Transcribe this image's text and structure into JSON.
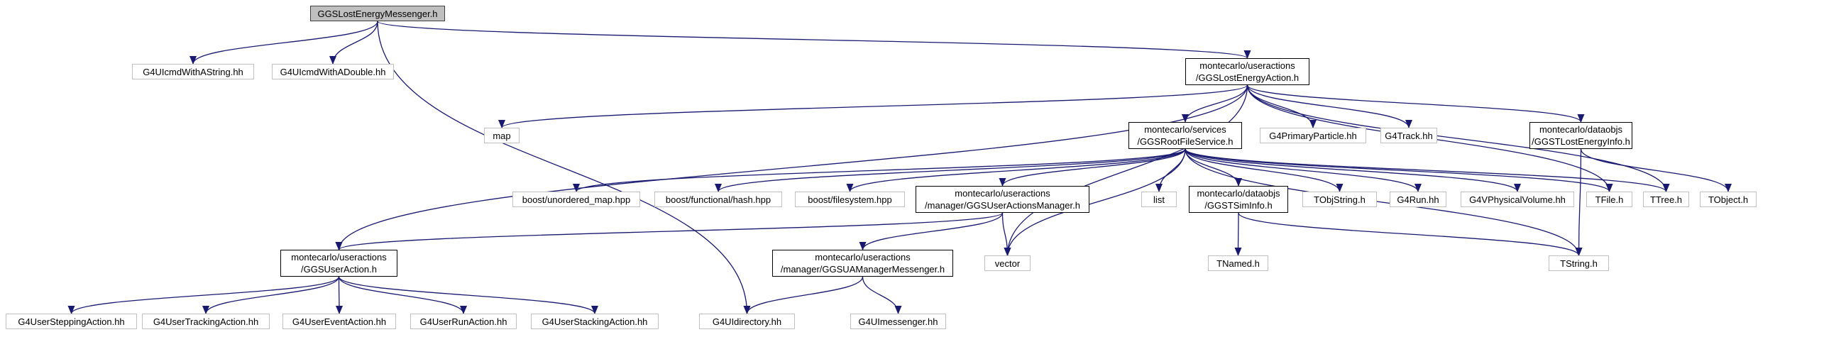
{
  "nodes": {
    "ggs_lost_energy_messenger": {
      "lines": [
        "GGSLostEnergyMessenger.h"
      ]
    },
    "g4uicmd_with_astring": {
      "lines": [
        "G4UIcmdWithAString.hh"
      ]
    },
    "g4uicmd_with_adouble": {
      "lines": [
        "G4UIcmdWithADouble.hh"
      ]
    },
    "ggs_lost_energy_action": {
      "lines": [
        "montecarlo/useractions",
        "/GGSLostEnergyAction.h"
      ]
    },
    "map": {
      "lines": [
        "map"
      ]
    },
    "ggs_root_file_service": {
      "lines": [
        "montecarlo/services",
        "/GGSRootFileService.h"
      ]
    },
    "g4primary_particle": {
      "lines": [
        "G4PrimaryParticle.hh"
      ]
    },
    "g4track": {
      "lines": [
        "G4Track.hh"
      ]
    },
    "ggst_lost_energy_info": {
      "lines": [
        "montecarlo/dataobjs",
        "/GGSTLostEnergyInfo.h"
      ]
    },
    "boost_unordered_map": {
      "lines": [
        "boost/unordered_map.hpp"
      ]
    },
    "boost_functional_hash": {
      "lines": [
        "boost/functional/hash.hpp"
      ]
    },
    "boost_filesystem": {
      "lines": [
        "boost/filesystem.hpp"
      ]
    },
    "ggs_user_actions_manager": {
      "lines": [
        "montecarlo/useractions",
        "/manager/GGSUserActionsManager.h"
      ]
    },
    "list": {
      "lines": [
        "list"
      ]
    },
    "ggst_sim_info": {
      "lines": [
        "montecarlo/dataobjs",
        "/GGSTSimInfo.h"
      ]
    },
    "tobjstring": {
      "lines": [
        "TObjString.h"
      ]
    },
    "g4run": {
      "lines": [
        "G4Run.hh"
      ]
    },
    "g4vphysical_volume": {
      "lines": [
        "G4VPhysicalVolume.hh"
      ]
    },
    "tfile": {
      "lines": [
        "TFile.h"
      ]
    },
    "ttree": {
      "lines": [
        "TTree.h"
      ]
    },
    "tobject": {
      "lines": [
        "TObject.h"
      ]
    },
    "ggs_user_action": {
      "lines": [
        "montecarlo/useractions",
        "/GGSUserAction.h"
      ]
    },
    "ggsua_manager_messenger": {
      "lines": [
        "montecarlo/useractions",
        "/manager/GGSUAManagerMessenger.h"
      ]
    },
    "vector": {
      "lines": [
        "vector"
      ]
    },
    "tnamed": {
      "lines": [
        "TNamed.h"
      ]
    },
    "tstring": {
      "lines": [
        "TString.h"
      ]
    },
    "g4user_stepping_action": {
      "lines": [
        "G4UserSteppingAction.hh"
      ]
    },
    "g4user_tracking_action": {
      "lines": [
        "G4UserTrackingAction.hh"
      ]
    },
    "g4user_event_action": {
      "lines": [
        "G4UserEventAction.hh"
      ]
    },
    "g4user_run_action": {
      "lines": [
        "G4UserRunAction.hh"
      ]
    },
    "g4user_stacking_action": {
      "lines": [
        "G4UserStackingAction.hh"
      ]
    },
    "g4uidirectory": {
      "lines": [
        "G4UIdirectory.hh"
      ]
    },
    "g4uimessenger": {
      "lines": [
        "G4UImessenger.hh"
      ]
    }
  },
  "edges": [
    [
      "ggs_lost_energy_messenger",
      "g4uicmd_with_astring"
    ],
    [
      "ggs_lost_energy_messenger",
      "g4uicmd_with_adouble"
    ],
    [
      "ggs_lost_energy_messenger",
      "ggs_lost_energy_action"
    ],
    [
      "ggs_lost_energy_messenger",
      "g4uidirectory"
    ],
    [
      "ggs_lost_energy_action",
      "ggs_user_action"
    ],
    [
      "ggs_lost_energy_action",
      "map"
    ],
    [
      "ggs_lost_energy_action",
      "vector"
    ],
    [
      "ggs_lost_energy_action",
      "ggs_root_file_service"
    ],
    [
      "ggs_lost_energy_action",
      "g4primary_particle"
    ],
    [
      "ggs_lost_energy_action",
      "g4track"
    ],
    [
      "ggs_lost_energy_action",
      "tfile"
    ],
    [
      "ggs_lost_energy_action",
      "ttree"
    ],
    [
      "ggs_lost_energy_action",
      "ggst_lost_energy_info"
    ],
    [
      "ggs_root_file_service",
      "boost_unordered_map"
    ],
    [
      "ggs_root_file_service",
      "boost_functional_hash"
    ],
    [
      "ggs_root_file_service",
      "boost_filesystem"
    ],
    [
      "ggs_root_file_service",
      "ggs_user_actions_manager"
    ],
    [
      "ggs_root_file_service",
      "vector"
    ],
    [
      "ggs_root_file_service",
      "list"
    ],
    [
      "ggs_root_file_service",
      "ggst_sim_info"
    ],
    [
      "ggs_root_file_service",
      "tobjstring"
    ],
    [
      "ggs_root_file_service",
      "g4run"
    ],
    [
      "ggs_root_file_service",
      "g4vphysical_volume"
    ],
    [
      "ggs_root_file_service",
      "tfile"
    ],
    [
      "ggs_root_file_service",
      "ttree"
    ],
    [
      "ggs_root_file_service",
      "tstring"
    ],
    [
      "ggst_lost_energy_info",
      "tobject"
    ],
    [
      "ggst_lost_energy_info",
      "tstring"
    ],
    [
      "ggs_user_actions_manager",
      "ggs_user_action"
    ],
    [
      "ggs_user_actions_manager",
      "ggsua_manager_messenger"
    ],
    [
      "ggs_user_actions_manager",
      "vector"
    ],
    [
      "ggst_sim_info",
      "tnamed"
    ],
    [
      "ggst_sim_info",
      "tstring"
    ],
    [
      "ggs_user_action",
      "g4user_stepping_action"
    ],
    [
      "ggs_user_action",
      "g4user_tracking_action"
    ],
    [
      "ggs_user_action",
      "g4user_event_action"
    ],
    [
      "ggs_user_action",
      "g4user_run_action"
    ],
    [
      "ggs_user_action",
      "g4user_stacking_action"
    ],
    [
      "ggsua_manager_messenger",
      "g4uidirectory"
    ],
    [
      "ggsua_manager_messenger",
      "g4uimessenger"
    ]
  ],
  "colors": {
    "edge": "#191970",
    "external_border": "#c0c0c0",
    "internal_border": "#000000",
    "root_fill": "#bfbfbf"
  }
}
